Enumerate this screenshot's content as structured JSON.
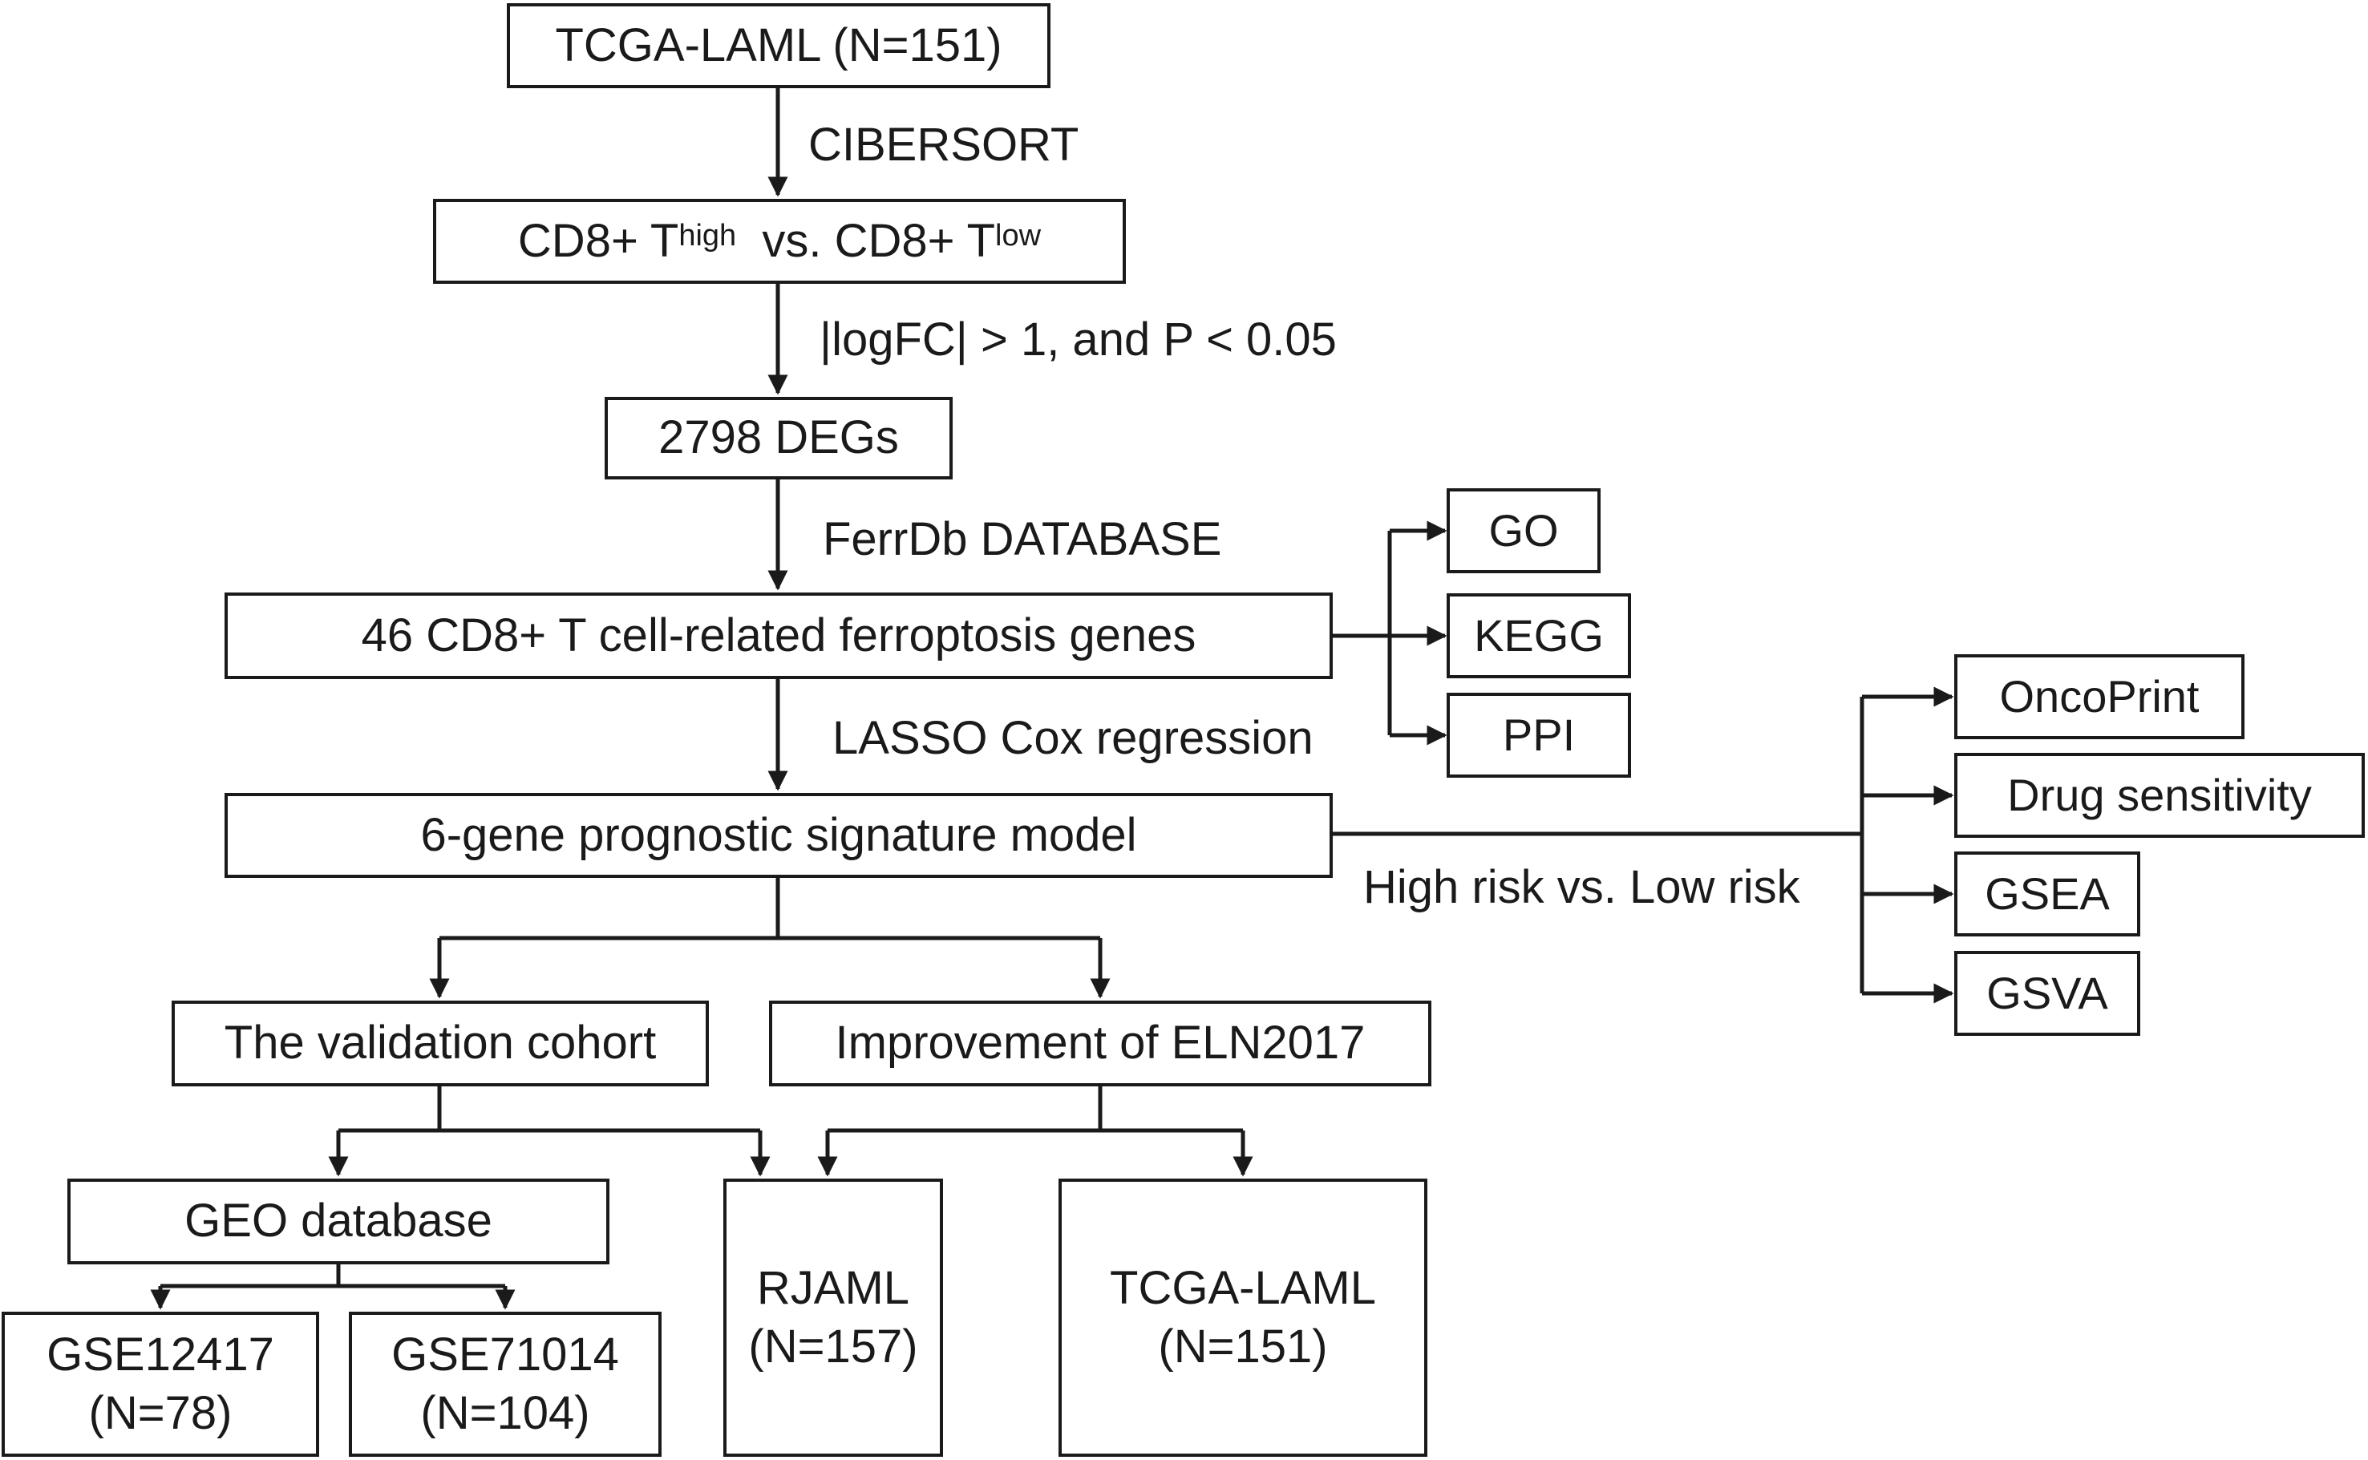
{
  "nodes": {
    "tcga_top": "TCGA-LAML (N=151)",
    "cd8_compare": {
      "left": "CD8+ T",
      "left_sup": "high",
      "mid": "vs. CD8+ T",
      "right_sup": "low"
    },
    "degs": "2798 DEGs",
    "genes46": "46 CD8+ T cell-related ferroptosis genes",
    "go": "GO",
    "kegg": "KEGG",
    "ppi": "PPI",
    "model": "6-gene prognostic signature model",
    "oncoprint": "OncoPrint",
    "drug": "Drug sensitivity",
    "gsea": "GSEA",
    "gsva": "GSVA",
    "validation": "The validation cohort",
    "eln": "Improvement of ELN2017",
    "geo": "GEO database",
    "gse12417": {
      "line1": "GSE12417",
      "line2": "(N=78)"
    },
    "gse71014": {
      "line1": "GSE71014",
      "line2": "(N=104)"
    },
    "rjaml": {
      "line1": "RJAML",
      "line2": "(N=157)"
    },
    "tcga_bottom": {
      "line1": "TCGA-LAML",
      "line2": "(N=151)"
    }
  },
  "edge_labels": {
    "cibersort": "CIBERSORT",
    "logfc": "|logFC| > 1, and P < 0.05",
    "ferrdb": "FerrDb DATABASE",
    "lasso": "LASSO Cox regression",
    "risk": "High risk vs. Low risk"
  }
}
